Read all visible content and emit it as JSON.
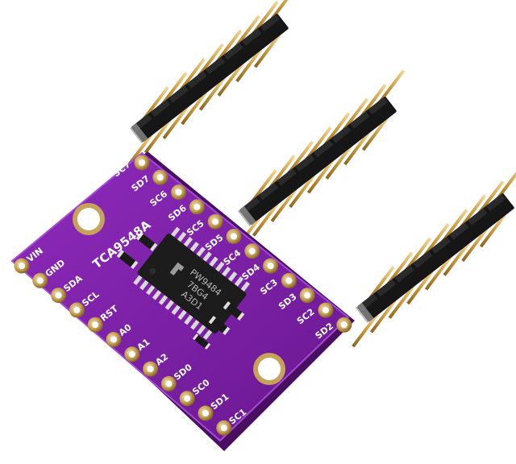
{
  "colors": {
    "pcb": "#7b1fa2",
    "pcb_dark": "#4a0f63",
    "pcb_edge": "#9c34c6",
    "pad": "#c6a25a",
    "pad_dark": "#7a5a1e",
    "chip": "#1c1c1c",
    "header_plastic": "#161616",
    "pin_gold": "#c79a3e",
    "pin_highlight": "#f1d89a",
    "background": "#ffffff"
  },
  "board": {
    "title": "TCA9548A",
    "chip_marking_line1": "PW9484",
    "chip_marking_line2": "7BG4",
    "chip_marking_line3": "A3D1",
    "left_pins": [
      "VIN",
      "GND",
      "SDA",
      "SCL",
      "RST",
      "A0",
      "A1",
      "A2",
      "SD0",
      "SC0",
      "SD1",
      "SC1"
    ],
    "right_pins": [
      "SC7",
      "SD7",
      "SC6",
      "SD6",
      "SC5",
      "SD5",
      "SC4",
      "SD4",
      "SC3",
      "SD3",
      "SC2",
      "SD2"
    ]
  },
  "headers": [
    {
      "name": "pin-header-left",
      "pin_count": 8
    },
    {
      "name": "pin-header-middle",
      "pin_count": 8
    },
    {
      "name": "pin-header-right",
      "pin_count": 8
    }
  ]
}
